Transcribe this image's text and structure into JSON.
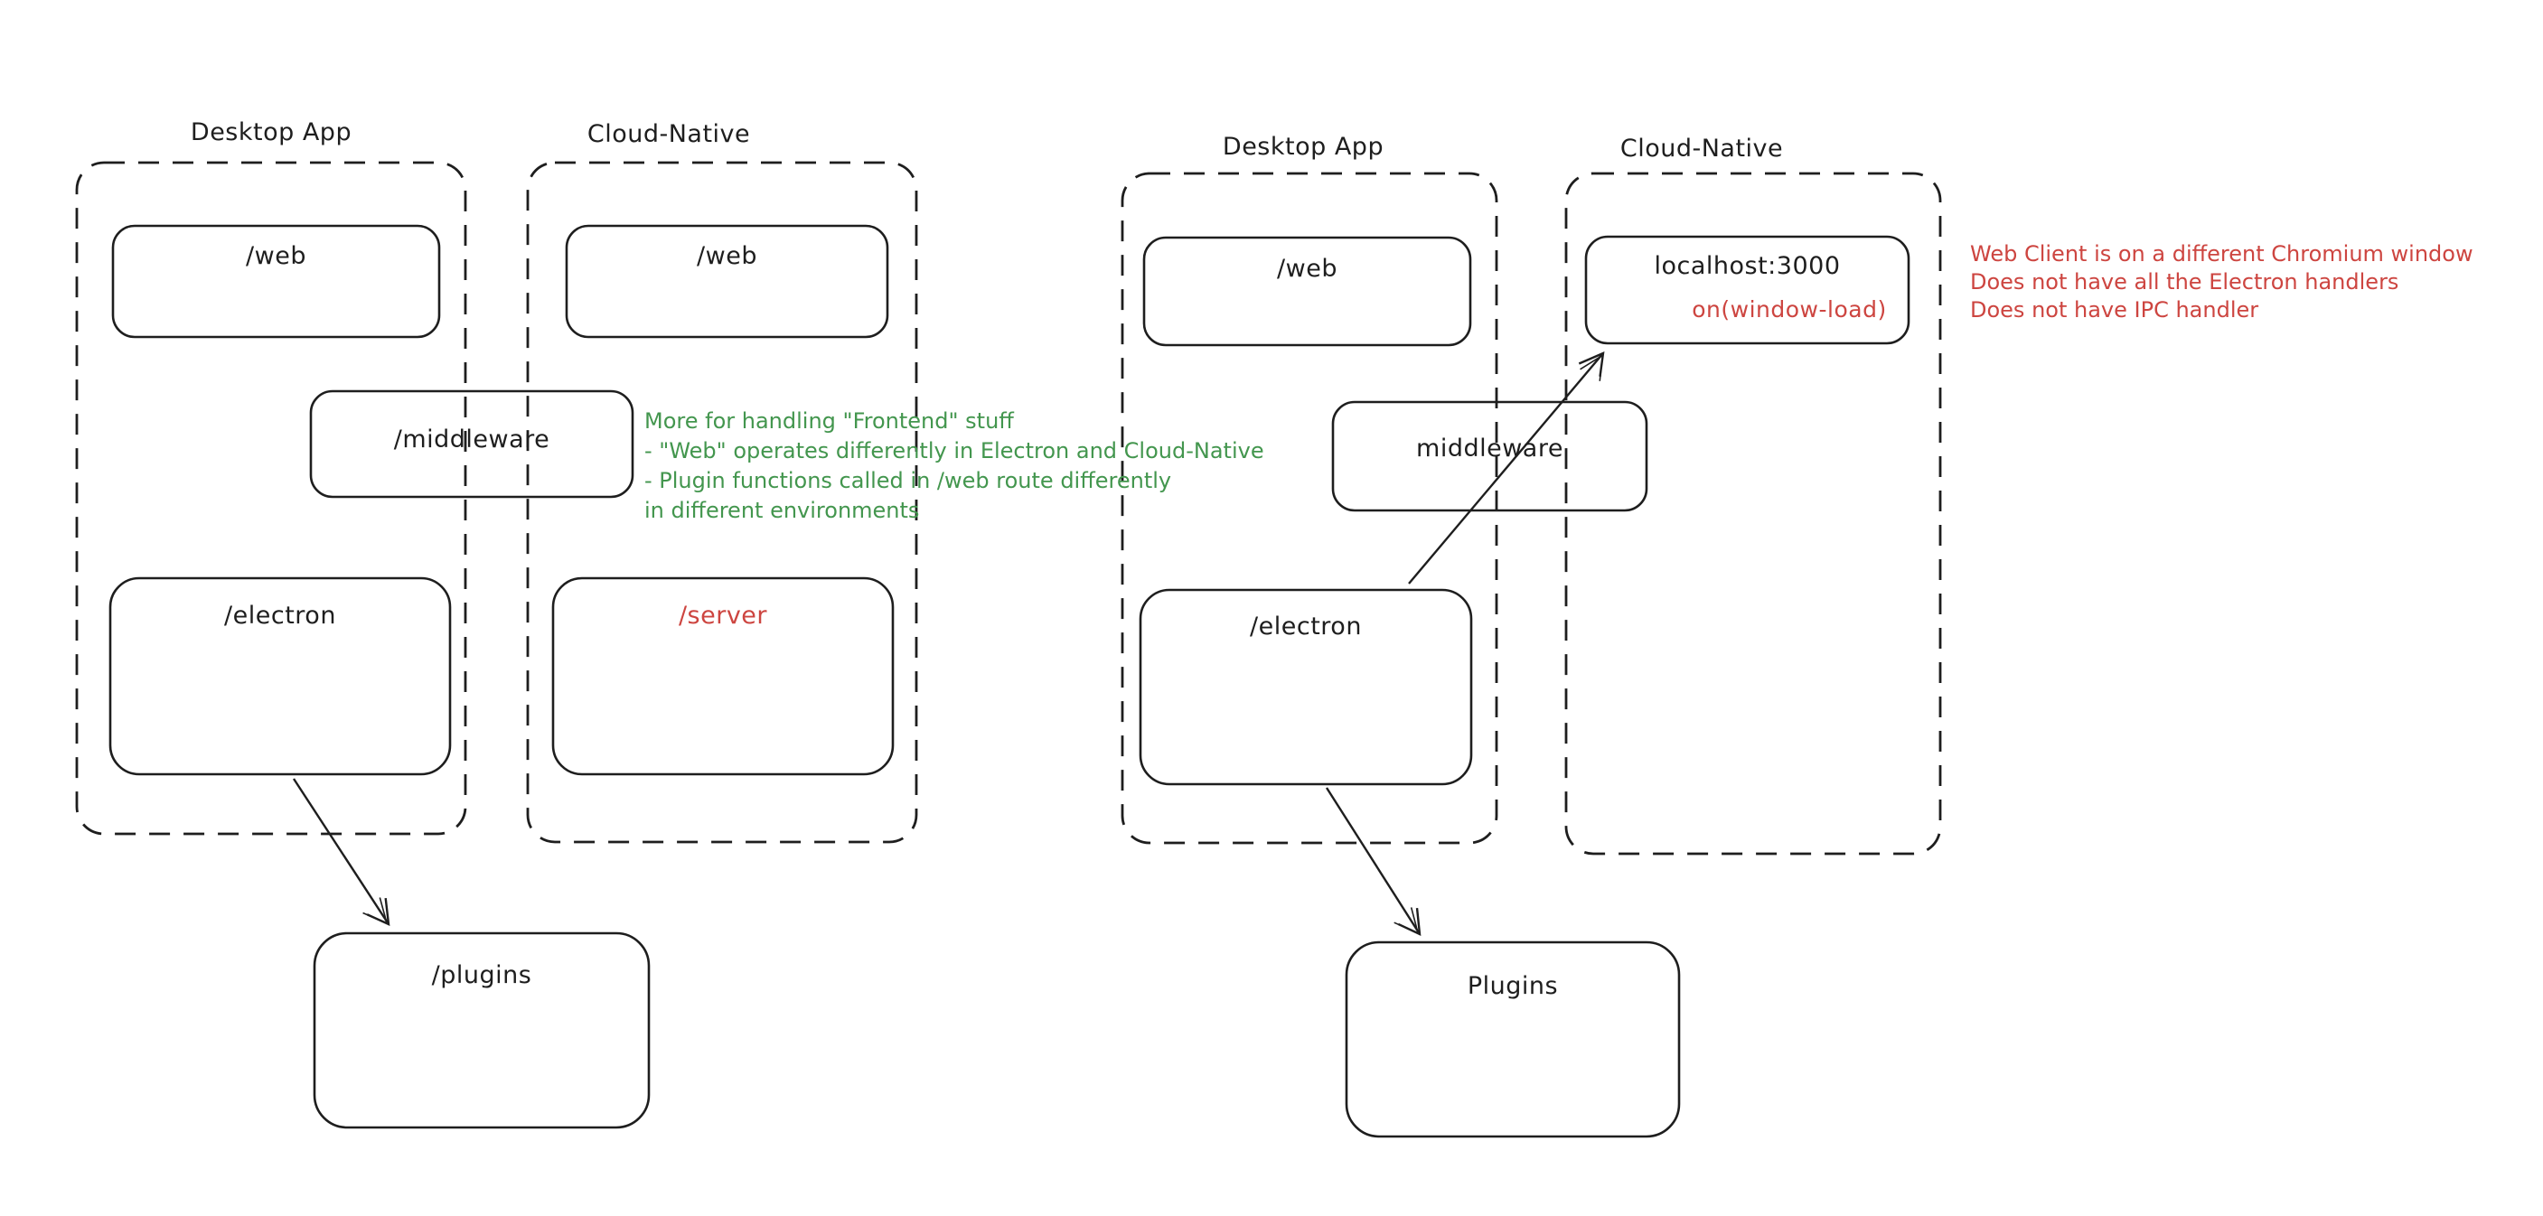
{
  "left_diagram": {
    "desktop_label": "Desktop App",
    "cloud_label": "Cloud-Native",
    "web_desktop": "/web",
    "web_cloud": "/web",
    "middleware": "/middleware",
    "electron": "/electron",
    "server": "/server",
    "plugins": "/plugins"
  },
  "right_diagram": {
    "desktop_label": "Desktop App",
    "cloud_label": "Cloud-Native",
    "web": "/web",
    "localhost": "localhost:3000",
    "window_load": "on(window-load)",
    "middleware": "middleware",
    "electron": "/electron",
    "plugins": "Plugins"
  },
  "green_note": {
    "lines": [
      "More for handling \"Frontend\" stuff",
      "- \"Web\" operates differently in Electron and Cloud-Native",
      "- Plugin functions called in /web route differently",
      "in different environments"
    ]
  },
  "red_note": {
    "lines": [
      "Web Client is on a different Chromium window",
      "Does not have all the Electron handlers",
      "Does not have IPC handler"
    ]
  },
  "colors": {
    "stroke": "#1e1e1e",
    "green": "#43964e",
    "red": "#cd4540"
  }
}
